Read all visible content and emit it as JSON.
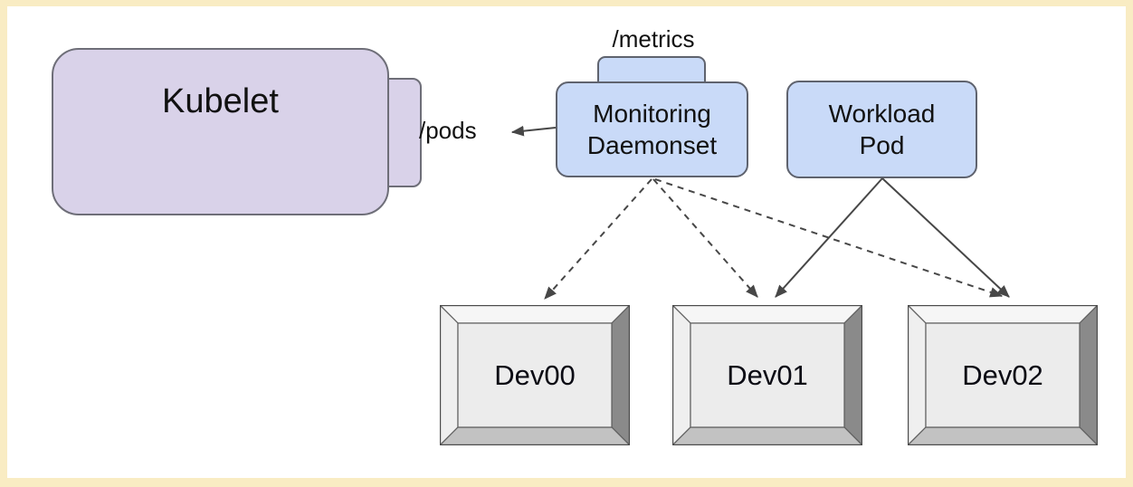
{
  "diagram": {
    "kind": "kubernetes-monitoring-architecture",
    "nodes": {
      "kubelet": {
        "label": "Kubelet",
        "shape": "rounded-rect-with-side-tab",
        "fill": "#d9d2e9"
      },
      "monitoring_daemonset": {
        "label_line1": "Monitoring",
        "label_line2": "Daemonset",
        "shape": "rounded-rect-with-top-tab",
        "fill": "#c9daf8"
      },
      "workload_pod": {
        "label_line1": "Workload",
        "label_line2": "Pod",
        "shape": "rounded-rect",
        "fill": "#c9daf8"
      },
      "devices": [
        {
          "label": "Dev00",
          "shape": "beveled-frame-box"
        },
        {
          "label": "Dev01",
          "shape": "beveled-frame-box"
        },
        {
          "label": "Dev02",
          "shape": "beveled-frame-box"
        }
      ]
    },
    "endpoint_labels": {
      "metrics": "/metrics",
      "pods": "/pods"
    },
    "edges": [
      {
        "from": "monitoring_daemonset",
        "to": "kubelet",
        "style": "solid",
        "arrowhead": "filled",
        "label": "/pods"
      },
      {
        "from": "monitoring_daemonset",
        "to": "dev00",
        "style": "dashed",
        "arrowhead": "filled"
      },
      {
        "from": "monitoring_daemonset",
        "to": "dev01",
        "style": "dashed",
        "arrowhead": "filled"
      },
      {
        "from": "monitoring_daemonset",
        "to": "dev02",
        "style": "dashed",
        "arrowhead": "filled"
      },
      {
        "from": "workload_pod",
        "to": "dev01",
        "style": "solid",
        "arrowhead": "filled"
      },
      {
        "from": "workload_pod",
        "to": "dev02",
        "style": "solid",
        "arrowhead": "filled"
      }
    ],
    "colors": {
      "page_frame": "#f9ecc3",
      "canvas": "#ffffff",
      "node_purple_fill": "#d9d2e9",
      "node_blue_fill": "#c9daf8",
      "node_border": "#63636e",
      "arrow": "#474747",
      "text": "#111111",
      "bevel_top": "#f6f6f6",
      "bevel_left": "#efefef",
      "bevel_right": "#8a8a8a",
      "bevel_bottom": "#c2c2c2",
      "bevel_face": "#ececec",
      "bevel_line": "#5f5f5f"
    }
  }
}
